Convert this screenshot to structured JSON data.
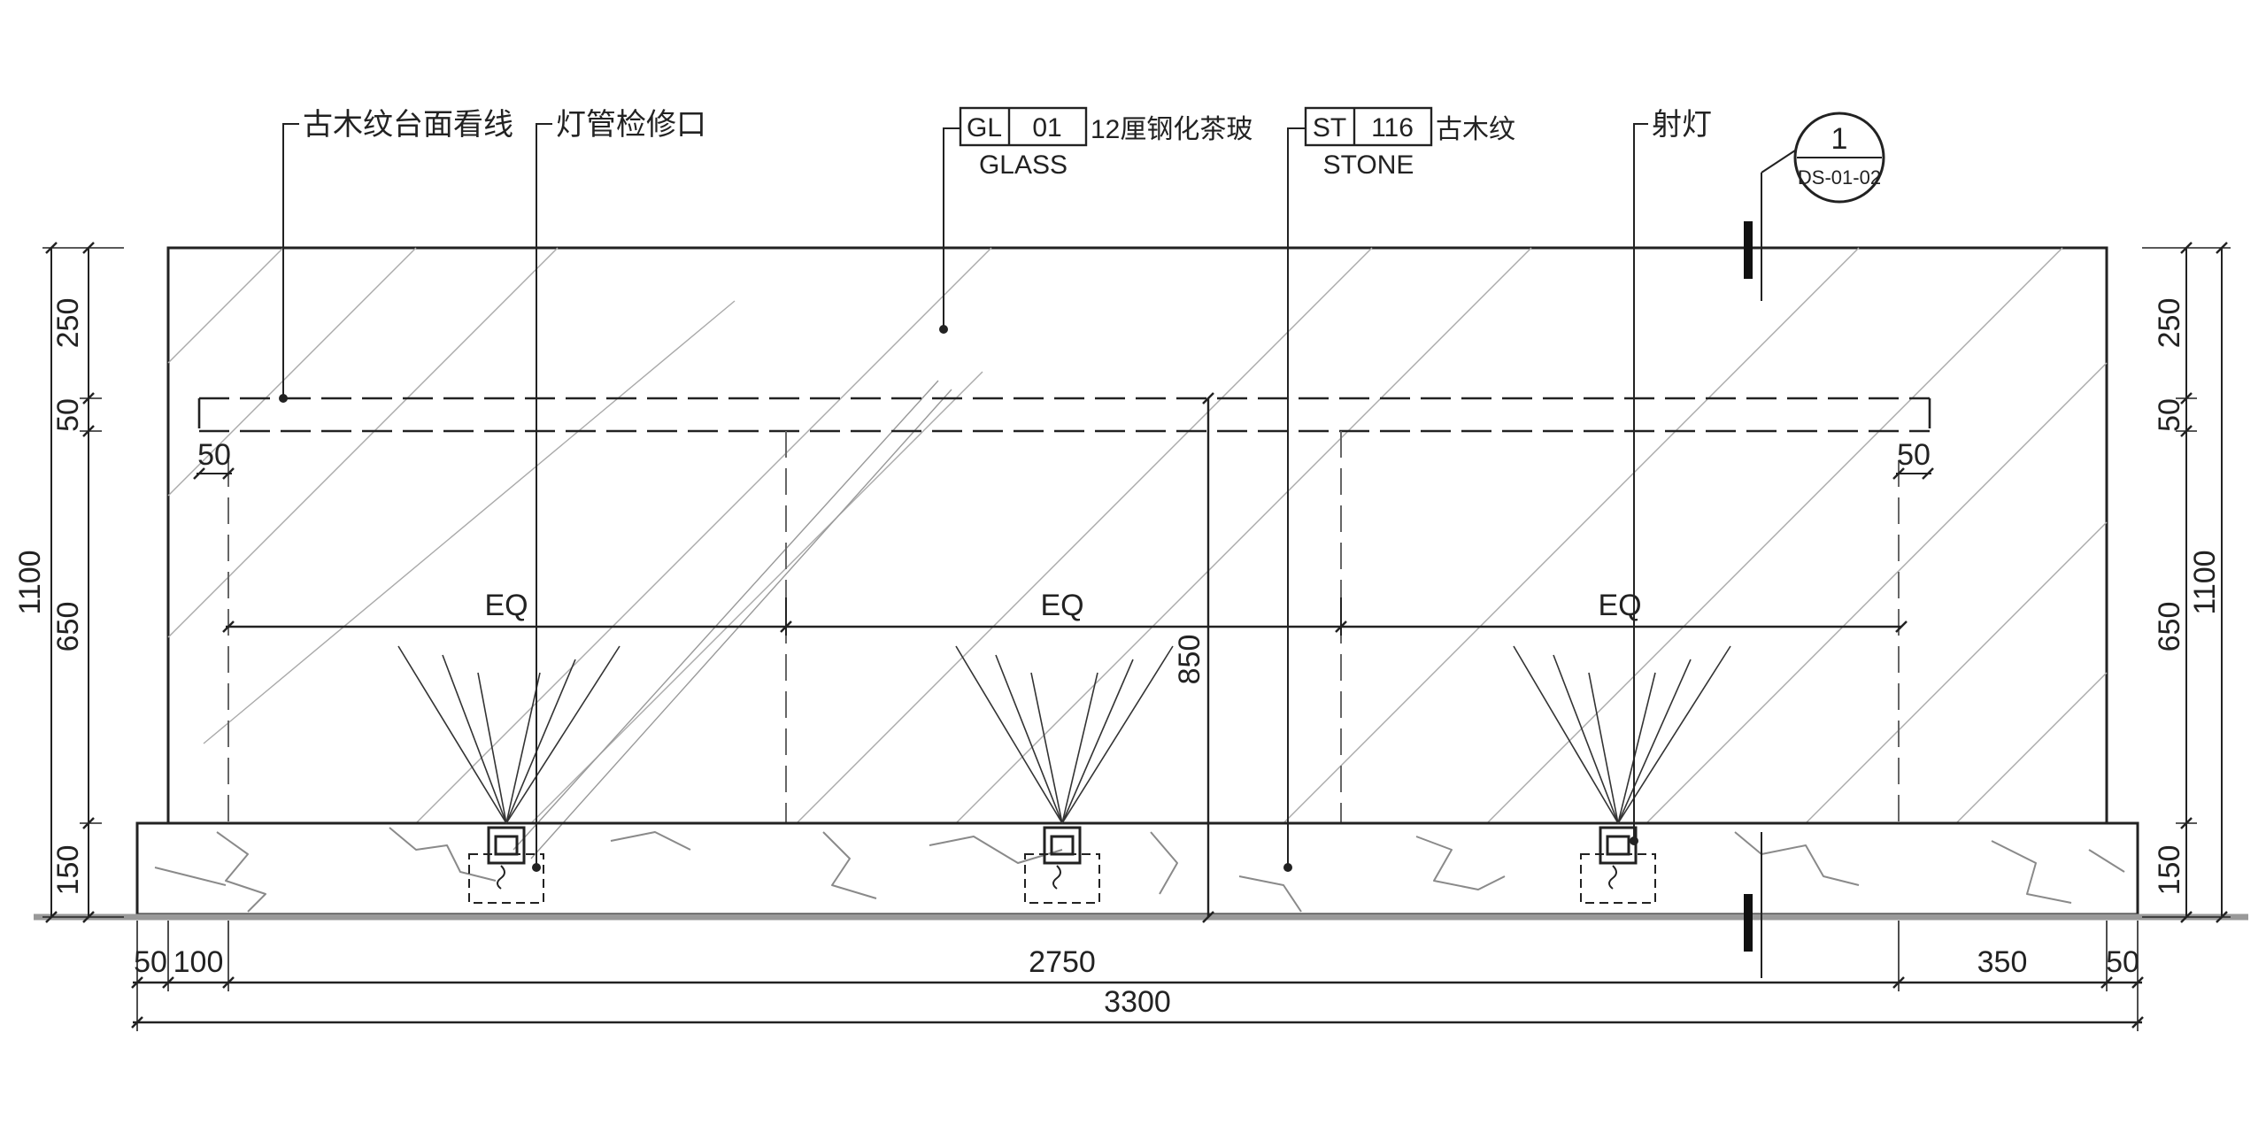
{
  "drawing": {
    "labels": {
      "top_edge_line": "古木纹台面看线",
      "access_panel": "灯管检修口",
      "spotlight": "射灯",
      "glass_desc": "12厘钢化茶玻",
      "stone_desc": "古木纹"
    },
    "tags": {
      "glass": {
        "code": "GL",
        "number": "01",
        "name": "GLASS"
      },
      "stone": {
        "code": "ST",
        "number": "116",
        "name": "STONE"
      }
    },
    "section_marker": {
      "number": "1",
      "sheet": "DS-01-02"
    },
    "dimensions": {
      "left": {
        "total": "1100",
        "top": "250",
        "band": "50",
        "middle": "650",
        "base": "150"
      },
      "right": {
        "total": "1100",
        "top": "250",
        "band": "50",
        "middle": "650",
        "base": "150"
      },
      "inset_left": "50",
      "inset_right": "50",
      "eq": [
        "EQ",
        "EQ",
        "EQ"
      ],
      "height_850": "850",
      "bottom": {
        "a": "50",
        "b": "100",
        "c": "2750",
        "d": "350",
        "e": "50",
        "total": "3300"
      }
    }
  }
}
